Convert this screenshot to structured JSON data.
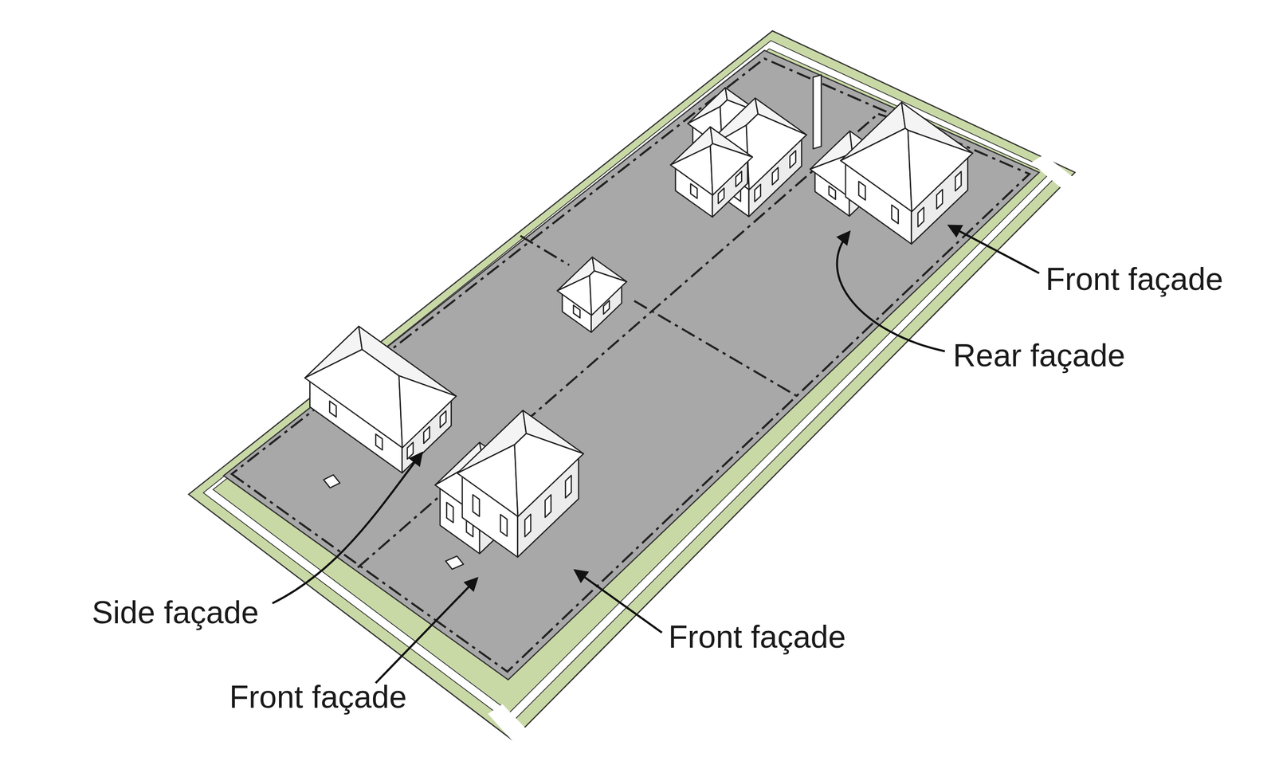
{
  "diagram": {
    "labels": [
      "Front façade",
      "Rear façade",
      "Side façade",
      "Front façade",
      "Front façade"
    ]
  }
}
